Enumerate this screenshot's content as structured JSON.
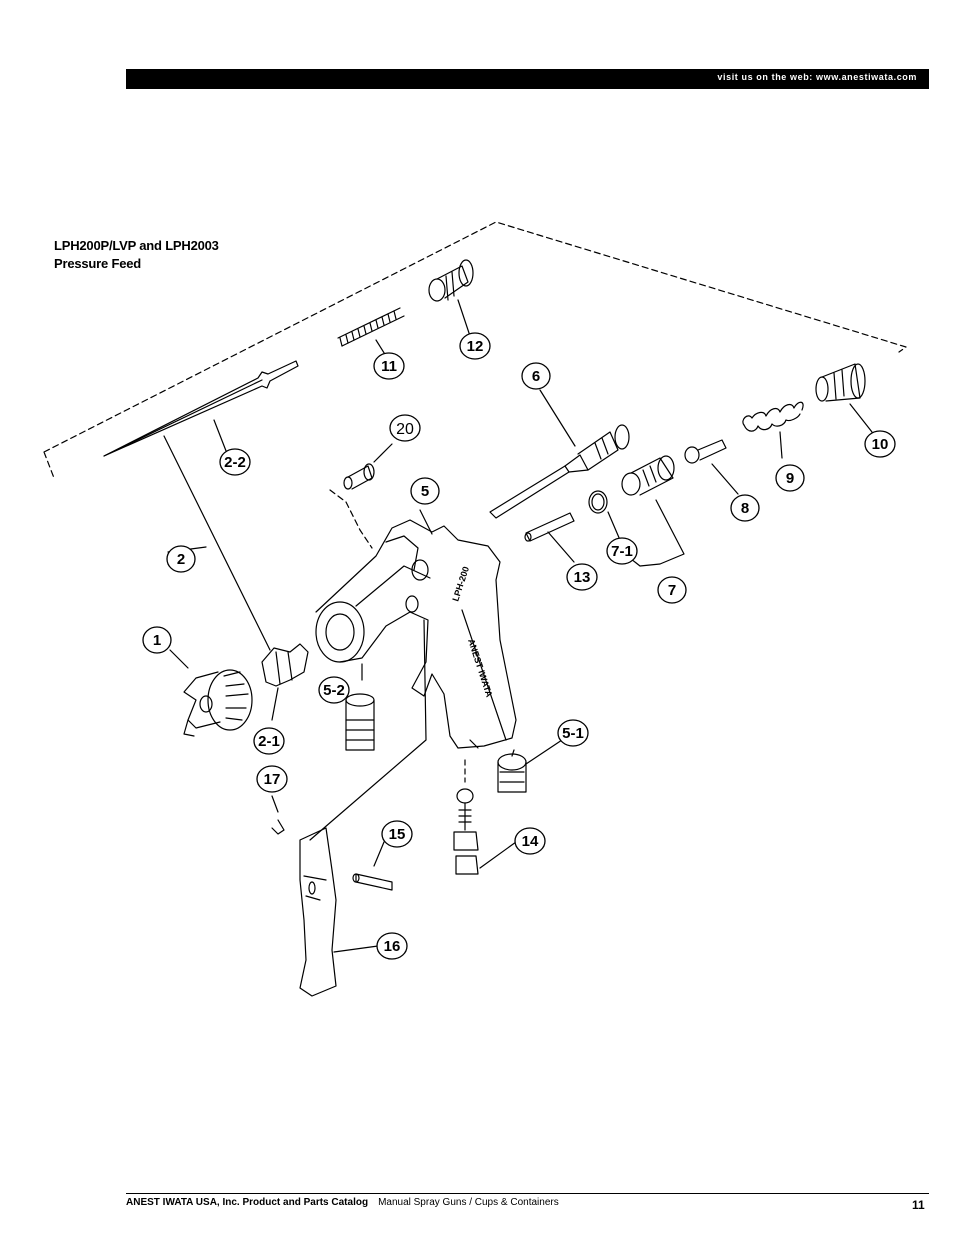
{
  "header": {
    "web_text": "visit us on the web: www.anestiwata.com"
  },
  "title": {
    "line1": "LPH200P/LVP and LPH2003",
    "line2": "Pressure Feed"
  },
  "gun_labels": {
    "model": "LPH-200",
    "brand": "ANEST IWATA"
  },
  "callouts": {
    "c1": "1",
    "c2": "2",
    "c2_1": "2-1",
    "c2_2": "2-2",
    "c5": "5",
    "c5_1": "5-1",
    "c5_2": "5-2",
    "c6": "6",
    "c7": "7",
    "c7_1": "7-1",
    "c8": "8",
    "c9": "9",
    "c10": "10",
    "c11": "11",
    "c12": "12",
    "c13": "13",
    "c14": "14",
    "c15": "15",
    "c16": "16",
    "c17": "17",
    "c20": "20"
  },
  "footer": {
    "company": "ANEST IWATA USA, Inc. Product and Parts Catalog",
    "section": "Manual Spray Guns / Cups & Containers",
    "page_number": "11"
  }
}
